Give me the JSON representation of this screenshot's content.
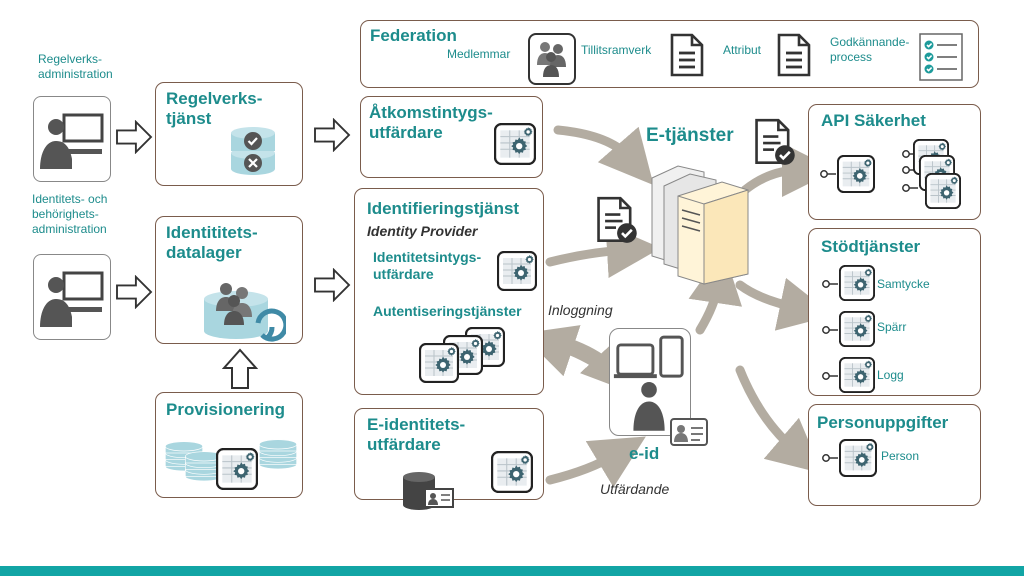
{
  "left": {
    "regelverk_admin": "Regelverks-\nadministration",
    "identitet_admin": "Identitets- och\nbehörighets-\nadministration"
  },
  "boxes": {
    "regelverkstjanst": "Regelverks-\ntjänst",
    "identitetsdatalager": "Identititets-\ndatalager",
    "provisionering": "Provisionering",
    "federation": "Federation",
    "atkomst": "Åtkomstintygs-\nutfärdare",
    "identifiering": "Identifieringstjänst",
    "identity_provider": "Identity Provider",
    "identitetsintyg": "Identitetsintygs-\nutfärdare",
    "autentisering": "Autentiseringstjänster",
    "eidentitet": "E-identitets-\nutfärdare",
    "api": "API Säkerhet",
    "stodtjanster": "Stödtjänster",
    "personuppgifter": "Personuppgifter"
  },
  "federation_items": {
    "medlemmar": "Medlemmar",
    "tillitsramverk": "Tillitsramverk",
    "attribut": "Attribut",
    "godkannande": "Godkännande-\nprocess"
  },
  "center": {
    "etjanster": "E-tjänster",
    "inloggning": "Inloggning",
    "eid": "e-id",
    "utfardande": "Utfärdande"
  },
  "services": {
    "samtycke": "Samtycke",
    "sparr": "Spärr",
    "logg": "Logg",
    "person": "Person"
  },
  "colors": {
    "teal": "#1d8c8c",
    "border": "#7a5c4c",
    "gear": "#3d6470",
    "arrow": "#b3aca1",
    "bottom_bar": "#12a5a5"
  }
}
